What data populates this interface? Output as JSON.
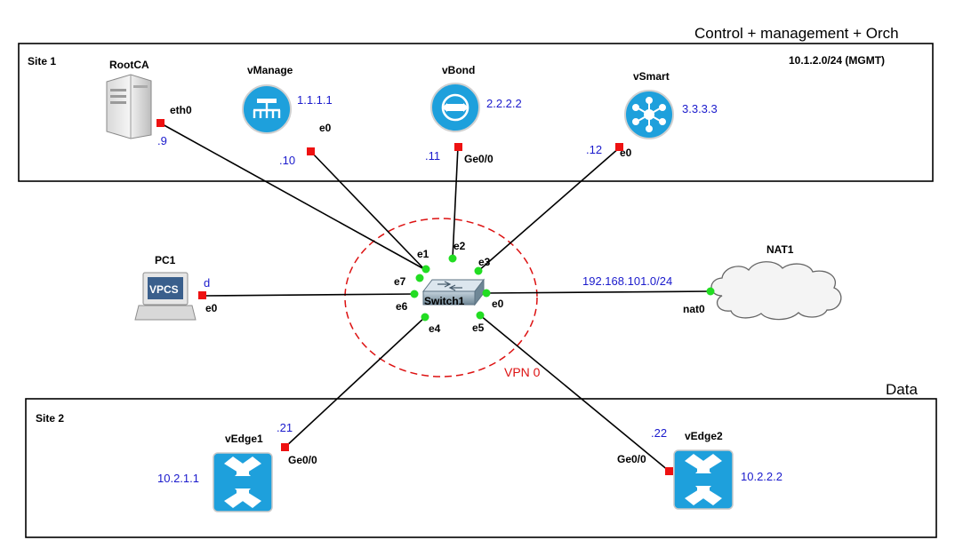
{
  "colors": {
    "link": "#000000",
    "port_up": "#22dd22",
    "port_down": "#ee1111",
    "ip_text": "#1a1acc",
    "vpn_ring": "#dd1111",
    "cisco_blue": "#1ea0dc"
  },
  "areas": {
    "top_caption": "Control + management + Orch",
    "site1_label": "Site 1",
    "mgmt_subnet": "10.1.2.0/24 (MGMT)",
    "bottom_caption": "Data",
    "site2_label": "Site 2",
    "vpn_label": "VPN 0"
  },
  "nodes": {
    "rootca": {
      "name": "RootCA",
      "icon": "server-icon",
      "port": "eth0",
      "ip": ".9"
    },
    "vmanage": {
      "name": "vManage",
      "icon": "vmanage-icon",
      "system_ip": "1.1.1.1",
      "port": "e0",
      "ip": ".10"
    },
    "vbond": {
      "name": "vBond",
      "icon": "vbond-icon",
      "system_ip": "2.2.2.2",
      "port": "Ge0/0",
      "ip": ".11"
    },
    "vsmart": {
      "name": "vSmart",
      "icon": "vsmart-icon",
      "system_ip": "3.3.3.3",
      "port": "e0",
      "ip": ".12"
    },
    "pc1": {
      "name": "PC1",
      "icon": "vpcs-icon",
      "icon_text": "VPCS",
      "port": "e0",
      "ip": "d"
    },
    "switch1": {
      "name": "Switch1",
      "icon": "switch-icon",
      "ports": {
        "e0": "e0",
        "e1": "e1",
        "e2": "e2",
        "e3": "e3",
        "e4": "e4",
        "e5": "e5",
        "e6": "e6",
        "e7": "e7"
      }
    },
    "nat1": {
      "name": "NAT1",
      "icon": "cloud-icon",
      "port": "nat0",
      "subnet": "192.168.101.0/24"
    },
    "vedge1": {
      "name": "vEdge1",
      "icon": "router-icon",
      "system_ip": "10.2.1.1",
      "port": "Ge0/0",
      "ip": ".21"
    },
    "vedge2": {
      "name": "vEdge2",
      "icon": "router-icon",
      "system_ip": "10.2.2.2",
      "port": "Ge0/0",
      "ip": ".22"
    }
  }
}
